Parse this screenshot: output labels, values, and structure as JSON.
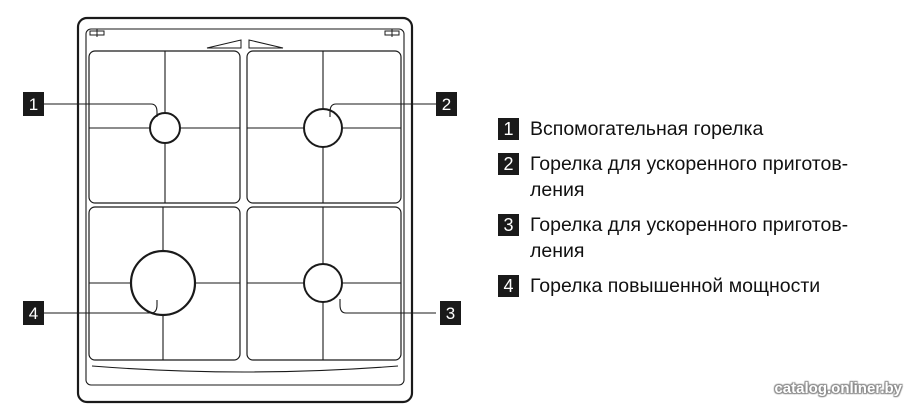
{
  "callouts": [
    "1",
    "2",
    "3",
    "4"
  ],
  "legend": [
    {
      "num": "1",
      "text": "Вспомогательная горелка"
    },
    {
      "num": "2",
      "text": "Горелка для ускоренного приготов-\nления"
    },
    {
      "num": "3",
      "text": "Горелка для ускоренного приготов-\nления"
    },
    {
      "num": "4",
      "text": "Горелка повышенной мощности"
    }
  ],
  "watermark": "catalog.onliner.by",
  "colors": {
    "line": "#1a1a1a",
    "badge": "#1a1a1a",
    "badge_text": "#ffffff"
  }
}
